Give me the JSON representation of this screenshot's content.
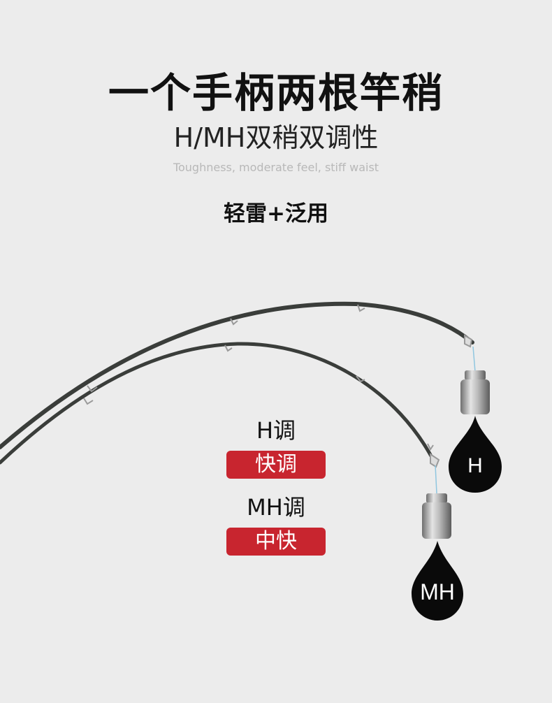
{
  "header": {
    "title": "一个手柄两根竿稍",
    "subtitle": "H/MH双稍双调性",
    "tagline": "Toughness, moderate feel, stiff waist",
    "usage": "轻雷+泛用"
  },
  "tips": [
    {
      "power": "H",
      "action_label": "H调",
      "action_badge": "快调"
    },
    {
      "power": "MH",
      "action_label": "MH调",
      "action_badge": "中快"
    }
  ],
  "colors": {
    "background": "#ececec",
    "badge": "#c8252f",
    "drop": "#0a0a0a",
    "rod": "#3a3d3a",
    "line": "#8fc6e0"
  }
}
